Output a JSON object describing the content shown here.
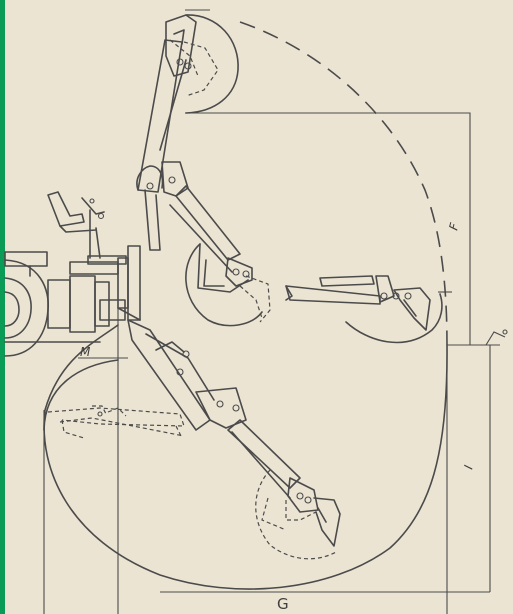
{
  "labels": {
    "F": "F",
    "G": "G",
    "I": "I",
    "M": "M"
  },
  "colors": {
    "background": "#ebe4d3",
    "line": "#4b4b4b",
    "accent_bar": "#0a9b57"
  }
}
